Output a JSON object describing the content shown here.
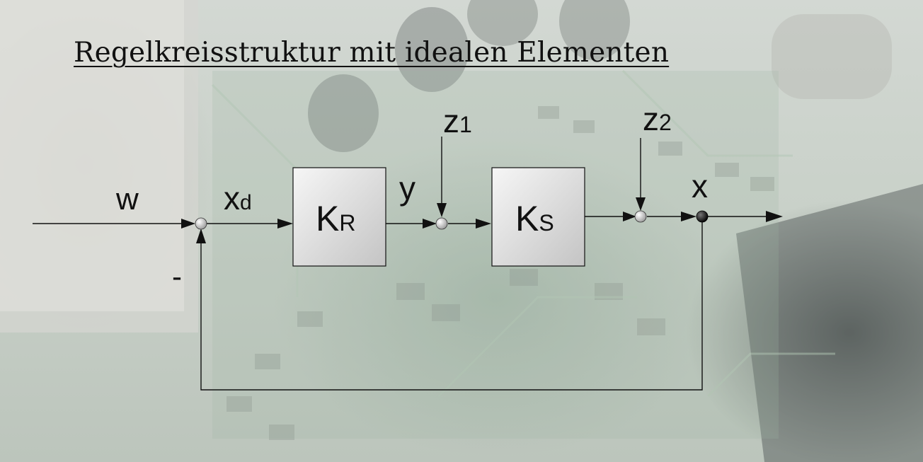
{
  "title": "Regelkreisstruktur mit idealen Elementen",
  "signals": {
    "w": "w",
    "xd_main": "x",
    "xd_sub": "d",
    "y": "y",
    "z1_main": "z",
    "z1_sub": "1",
    "z2_main": "z",
    "z2_sub": "2",
    "x": "x",
    "minus": "-"
  },
  "blocks": {
    "controller_main": "K",
    "controller_sub": "R",
    "plant_main": "K",
    "plant_sub": "S"
  },
  "colors": {
    "line": "#111111",
    "block_fill_top": "#f4f4f4",
    "block_fill_bottom": "#c8c8c8",
    "background": "#cfd6cf"
  }
}
